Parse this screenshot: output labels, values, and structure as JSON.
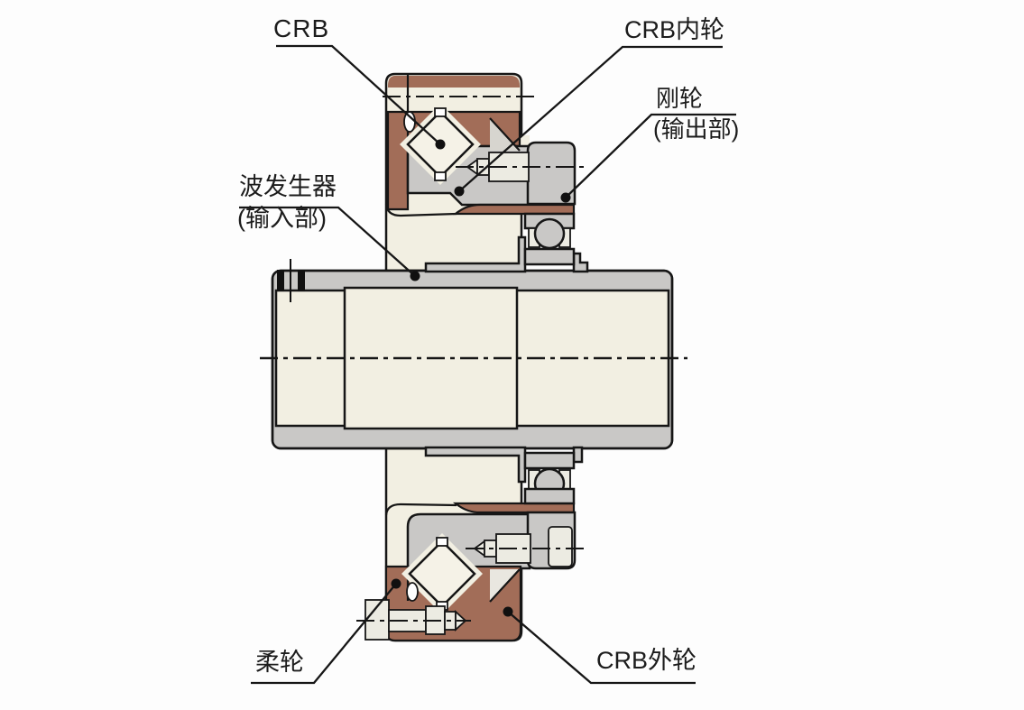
{
  "diagram": {
    "labels": {
      "crb": "CRB",
      "crb_inner_ring": "CRB内轮",
      "rigid_wheel": "刚轮",
      "rigid_wheel_note": "(输出部)",
      "wave_generator": "波发生器",
      "wave_generator_note": "(输入部)",
      "flex_wheel": "柔轮",
      "crb_outer_ring": "CRB外轮"
    },
    "colors": {
      "brown": "#a26d58",
      "cream": "#f2efe2",
      "cream2": "#f5f2e7",
      "gray": "#c9c8c6",
      "lite": "#ecebe2",
      "white": "#ffffff",
      "outline": "#161616",
      "background": "#fdfdfd",
      "label": "#1c1c1c"
    }
  }
}
